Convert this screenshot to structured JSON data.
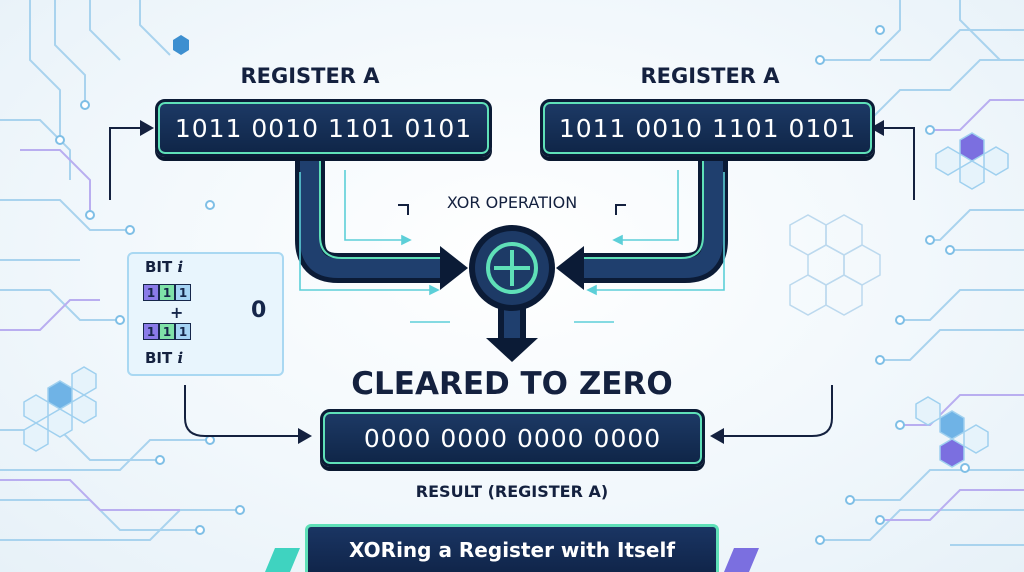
{
  "diagram": {
    "left_register": {
      "label": "REGISTER A",
      "value": "1011 0010 1101 0101"
    },
    "right_register": {
      "label": "REGISTER A",
      "value": "1011 0010 1101 0101"
    },
    "operation_label": "XOR OPERATION",
    "operator_symbol": "+",
    "result_heading": "CLEARED TO ZERO",
    "result_register": {
      "value": "0000 0000 0000 0000",
      "caption": "RESULT (REGISTER A)"
    },
    "bit_inset": {
      "top_label": "BIT",
      "bottom_label": "BIT",
      "index_symbol": "i",
      "top_cells": [
        "1",
        "1",
        "1"
      ],
      "bottom_cells": [
        "1",
        "1",
        "1"
      ],
      "plus": "+",
      "output": "0"
    },
    "banner_title": "XORing a Register with Itself"
  },
  "colors": {
    "navy": "#14213f",
    "register_fill": "#0f2547",
    "accent_green": "#5fe0b8",
    "accent_purple": "#8a7be8",
    "circuit_blue": "#9fd0ef"
  }
}
